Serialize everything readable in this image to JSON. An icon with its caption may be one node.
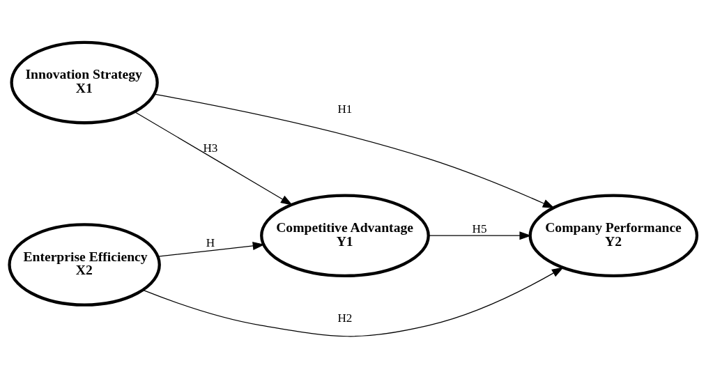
{
  "diagram": {
    "nodes": [
      {
        "text": [
          "Innovation Strategy",
          "X1"
        ]
      },
      {
        "text": [
          "Competitive Advantage",
          "Y1"
        ]
      },
      {
        "text": [
          "Company Performance",
          "Y2"
        ]
      },
      {
        "text": [
          "Enterprise Efficiency",
          "X2"
        ]
      }
    ],
    "edges": [
      {
        "from": 0,
        "to": 2,
        "arrow": "to",
        "label": "H1"
      },
      {
        "from": 0,
        "to": 1,
        "arrow": "to",
        "label": "H3"
      },
      {
        "from": 1,
        "to": 2,
        "arrow": "to",
        "label": "H5"
      },
      {
        "from": 3,
        "to": 1,
        "arrow": "to",
        "label": "H"
      },
      {
        "from": 3,
        "to": 2,
        "arrow": "to",
        "label": "H2"
      }
    ]
  }
}
